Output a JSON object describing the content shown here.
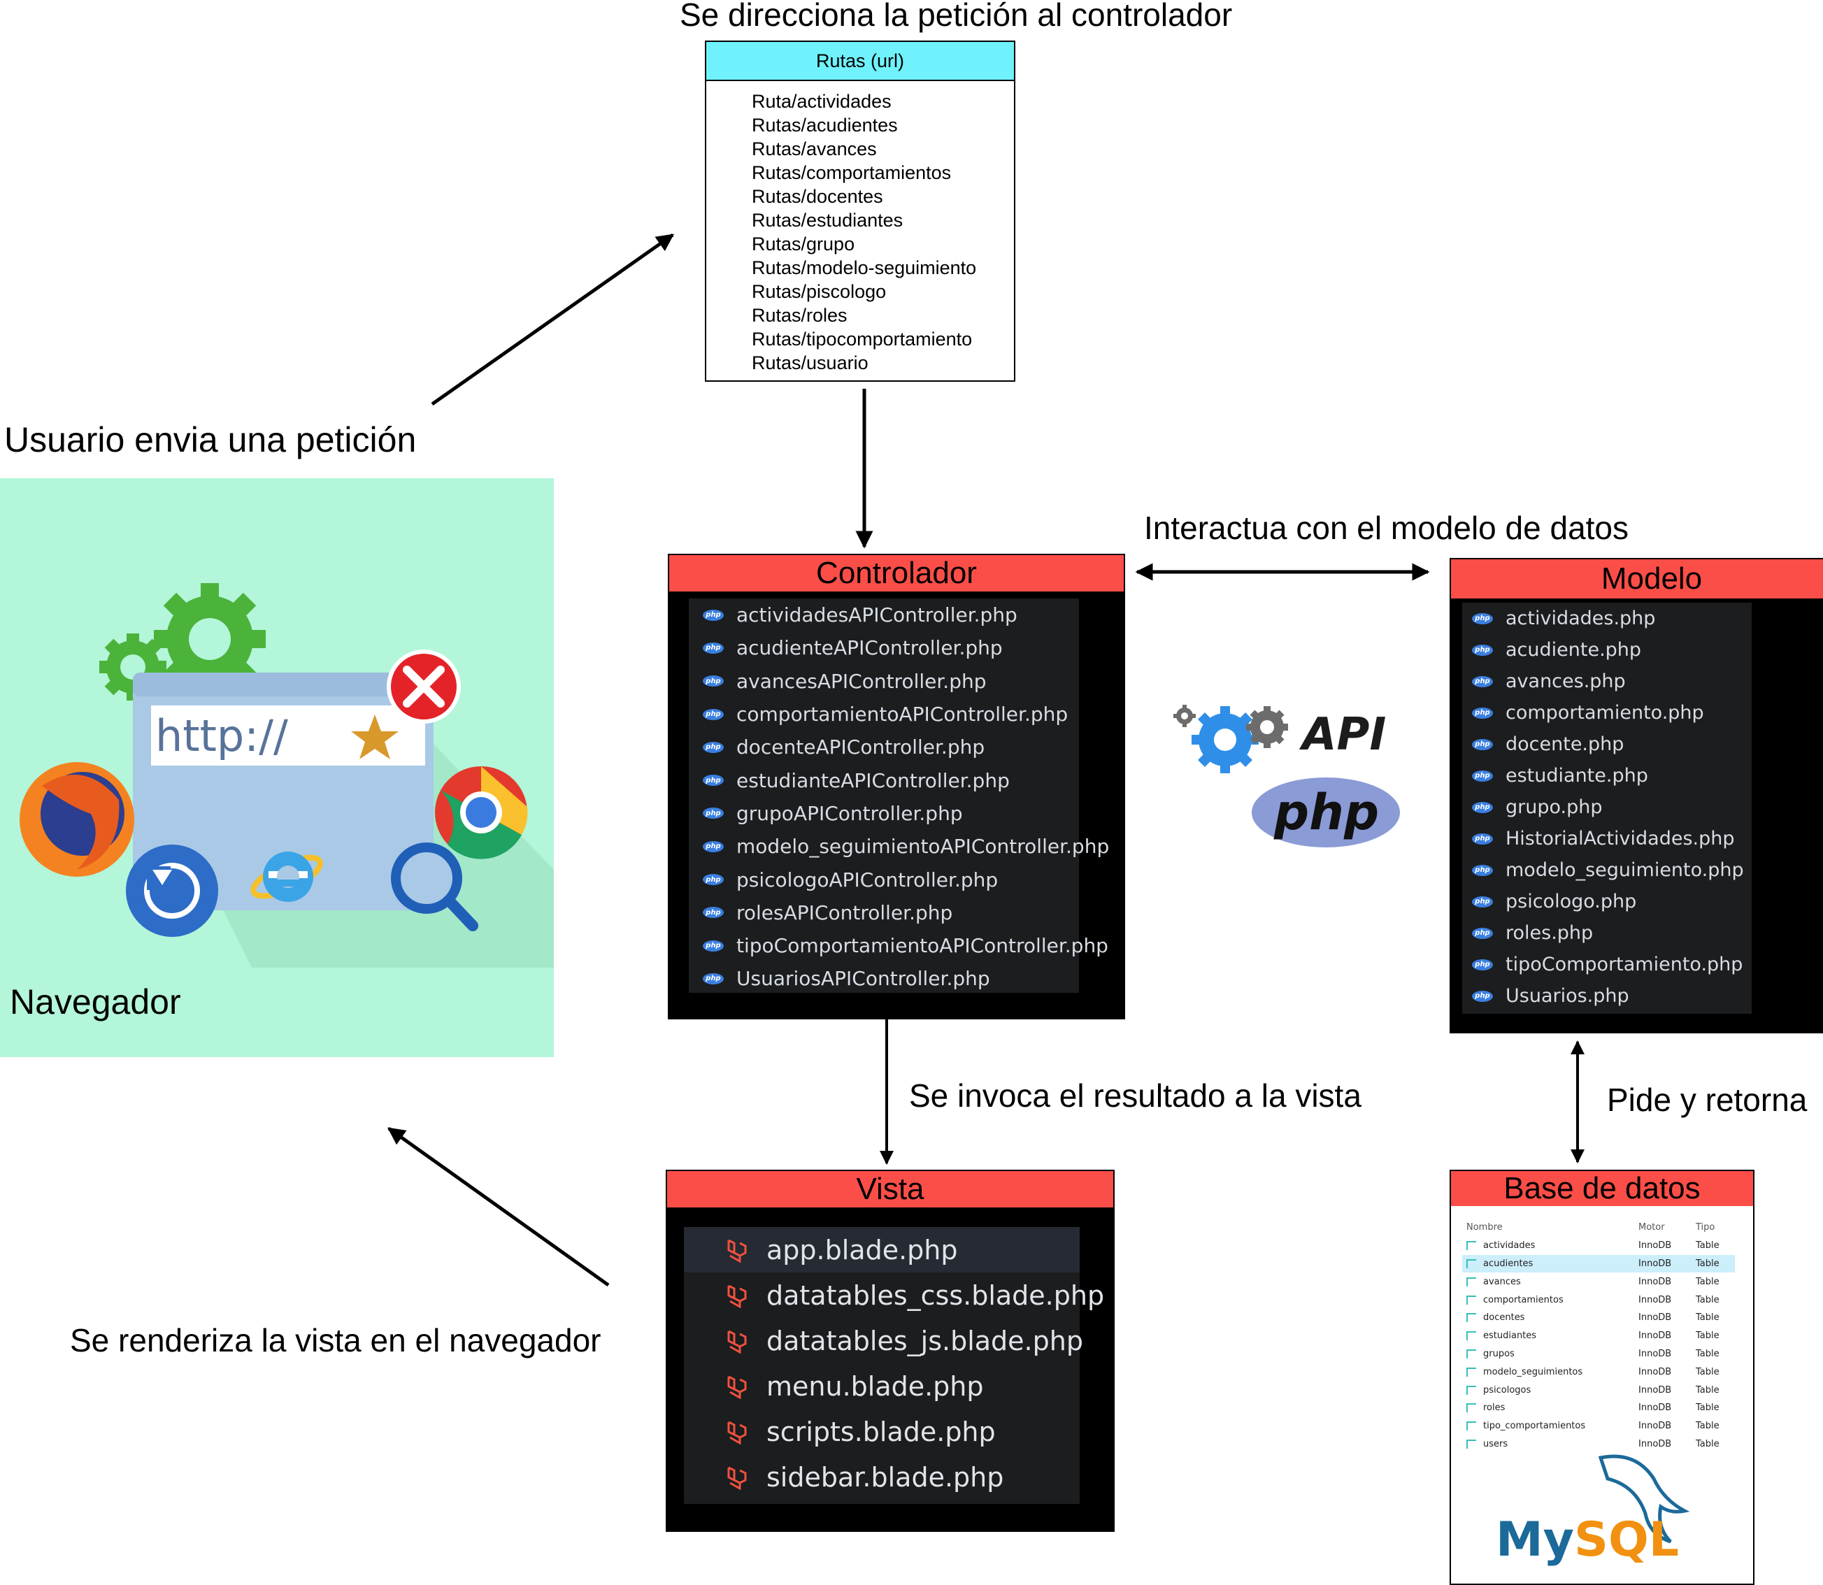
{
  "labels": {
    "top_caption": "Se direcciona la petición al controlador",
    "user_request": "Usuario envia una petición",
    "navegador": "Navegador",
    "interactua": "Interactua con el modelo de datos",
    "invoca": "Se invoca el resultado a la vista",
    "pide": "Pide y retorna",
    "renderiza": "Se renderiza la vista en el navegador"
  },
  "rutas": {
    "title": "Rutas (url)",
    "items": [
      "Ruta/actividades",
      "Rutas/acudientes",
      "Rutas/avances",
      "Rutas/comportamientos",
      "Rutas/docentes",
      "Rutas/estudiantes",
      "Rutas/grupo",
      "Rutas/modelo-seguimiento",
      "Rutas/piscologo",
      "Rutas/roles",
      "Rutas/tipocomportamiento",
      "Rutas/usuario"
    ]
  },
  "controlador": {
    "title": "Controlador",
    "files": [
      "actividadesAPIController.php",
      "acudienteAPIController.php",
      "avancesAPIController.php",
      "comportamientoAPIController.php",
      "docenteAPIController.php",
      "estudianteAPIController.php",
      "grupoAPIController.php",
      "modelo_seguimientoAPIController.php",
      "psicologoAPIController.php",
      "rolesAPIController.php",
      "tipoComportamientoAPIController.php",
      "UsuariosAPIController.php"
    ]
  },
  "modelo": {
    "title": "Modelo",
    "files": [
      "actividades.php",
      "acudiente.php",
      "avances.php",
      "comportamiento.php",
      "docente.php",
      "estudiante.php",
      "grupo.php",
      "HistorialActividades.php",
      "modelo_seguimiento.php",
      "psicologo.php",
      "roles.php",
      "tipoComportamiento.php",
      "Usuarios.php"
    ]
  },
  "vista": {
    "title": "Vista",
    "files": [
      "app.blade.php",
      "datatables_css.blade.php",
      "datatables_js.blade.php",
      "menu.blade.php",
      "scripts.blade.php",
      "sidebar.blade.php"
    ]
  },
  "base_datos": {
    "title": "Base de datos",
    "columns": [
      "Nombre",
      "Motor",
      "Tipo"
    ],
    "rows": [
      [
        "actividades",
        "InnoDB",
        "Table"
      ],
      [
        "acudientes",
        "InnoDB",
        "Table"
      ],
      [
        "avances",
        "InnoDB",
        "Table"
      ],
      [
        "comportamientos",
        "InnoDB",
        "Table"
      ],
      [
        "docentes",
        "InnoDB",
        "Table"
      ],
      [
        "estudiantes",
        "InnoDB",
        "Table"
      ],
      [
        "grupos",
        "InnoDB",
        "Table"
      ],
      [
        "modelo_seguimientos",
        "InnoDB",
        "Table"
      ],
      [
        "psicologos",
        "InnoDB",
        "Table"
      ],
      [
        "roles",
        "InnoDB",
        "Table"
      ],
      [
        "tipo_comportamientos",
        "InnoDB",
        "Table"
      ],
      [
        "users",
        "InnoDB",
        "Table"
      ]
    ],
    "logo_text": "MySQL"
  },
  "api_logo": {
    "api_text": "API",
    "php_text": "php"
  },
  "browser": {
    "url_text": "http://"
  },
  "colors": {
    "header_red": "#fb4e48",
    "rutas_header": "#6ff2fb",
    "nav_bg": "#b3f6d9",
    "panel_bg": "#1b1d1f"
  }
}
